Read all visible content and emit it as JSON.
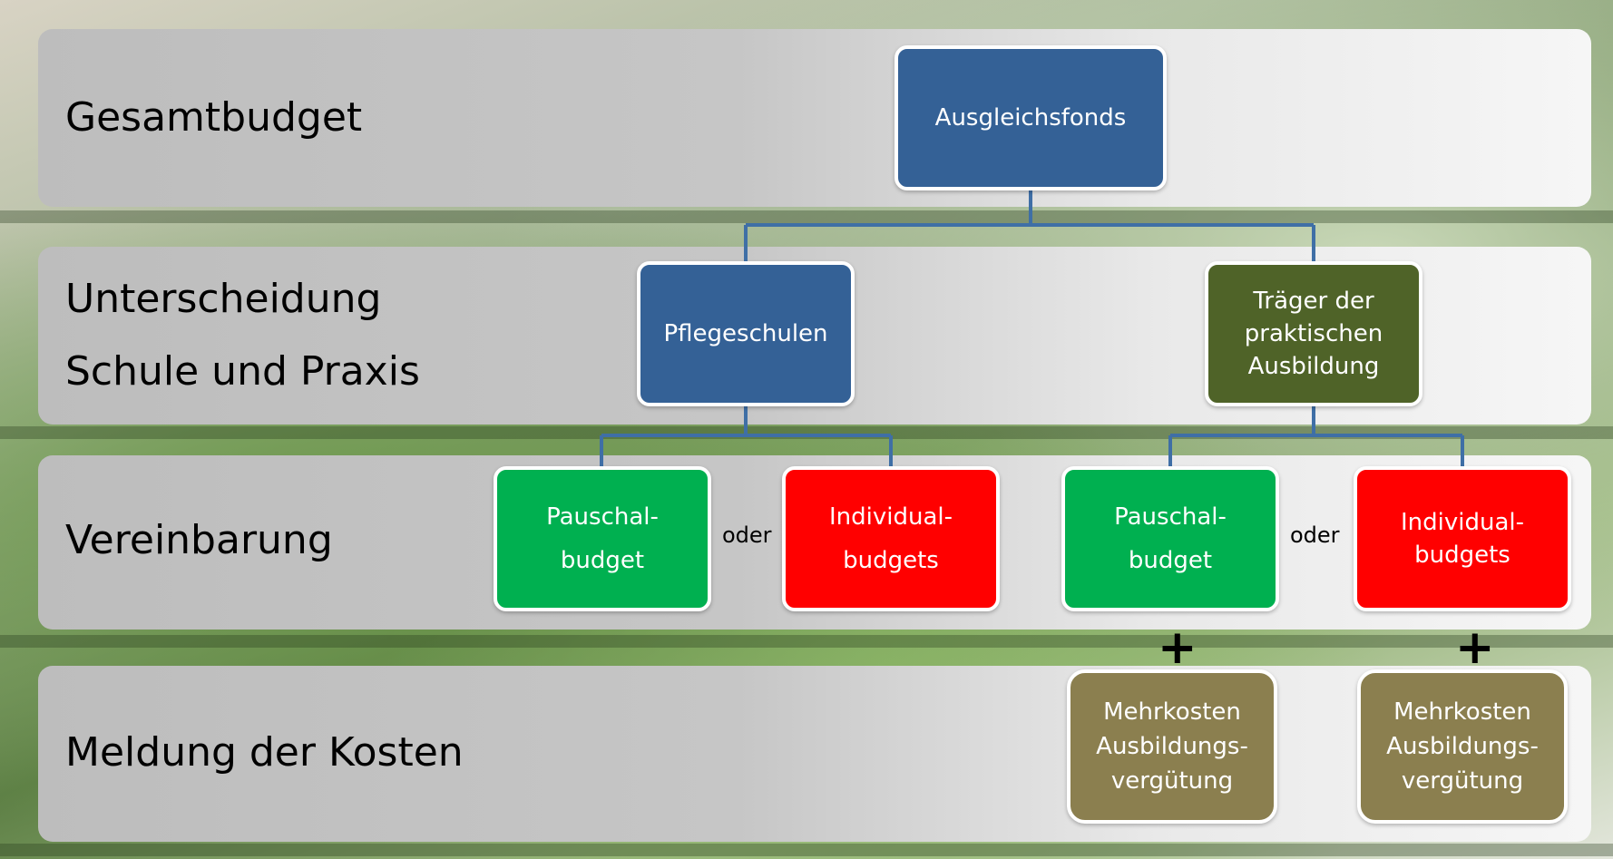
{
  "colors": {
    "blue": "#346196",
    "dark_green": "#4f6328",
    "green": "#00b050",
    "red": "#ff0000",
    "olive": "#8b7f4f",
    "connector": "#3f6fa6"
  },
  "rows": [
    {
      "label_lines": [
        "Gesamtbudget"
      ]
    },
    {
      "label_lines": [
        "Unterscheidung",
        "Schule und Praxis"
      ]
    },
    {
      "label_lines": [
        "Vereinbarung"
      ]
    },
    {
      "label_lines": [
        "Meldung der Kosten"
      ]
    }
  ],
  "nodes": {
    "ausgleichsfonds": "Ausgleichsfonds",
    "pflegeschulen": "Pflegeschulen",
    "traeger": "Träger der\npraktischen\nAusbildung",
    "schule_pauschal": "Pauschal-\nbudget",
    "schule_individual": "Individual-\nbudgets",
    "praxis_pauschal": "Pauschal-\nbudget",
    "praxis_individual": "Individual-\nbudgets",
    "mehrkosten_1": "Mehrkosten\nAusbildungs-\nvergütung",
    "mehrkosten_2": "Mehrkosten\nAusbildungs-\nvergütung"
  },
  "connectors": {
    "oder_1": "oder",
    "oder_2": "oder",
    "plus_1": "+",
    "plus_2": "+"
  }
}
